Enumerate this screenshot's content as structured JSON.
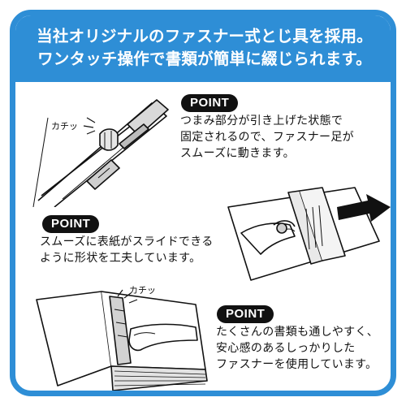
{
  "header": {
    "line1": "当社オリジナルのファスナー式とじ具を採用。",
    "line2": "ワンタッチ操作で書類が簡単に綴じられます。"
  },
  "points": [
    {
      "badge": "POINT",
      "lines": [
        "つまみ部分が引き上げた状態で",
        "固定されるので、ファスナー足が",
        "スムーズに動きます。"
      ]
    },
    {
      "badge": "POINT",
      "lines": [
        "スムーズに表紙がスライドできる",
        "ように形状を工夫しています。"
      ]
    },
    {
      "badge": "POINT",
      "lines": [
        "たくさんの書類も通しやすく、",
        "安心感のあるしっかりした",
        "ファスナーを使用しています。"
      ]
    }
  ],
  "illustrations": {
    "click_label_1": "カチッ",
    "click_label_2": "カチッ"
  },
  "colors": {
    "accent": "#2e8ed6",
    "badge": "#111111",
    "text": "#111111"
  }
}
